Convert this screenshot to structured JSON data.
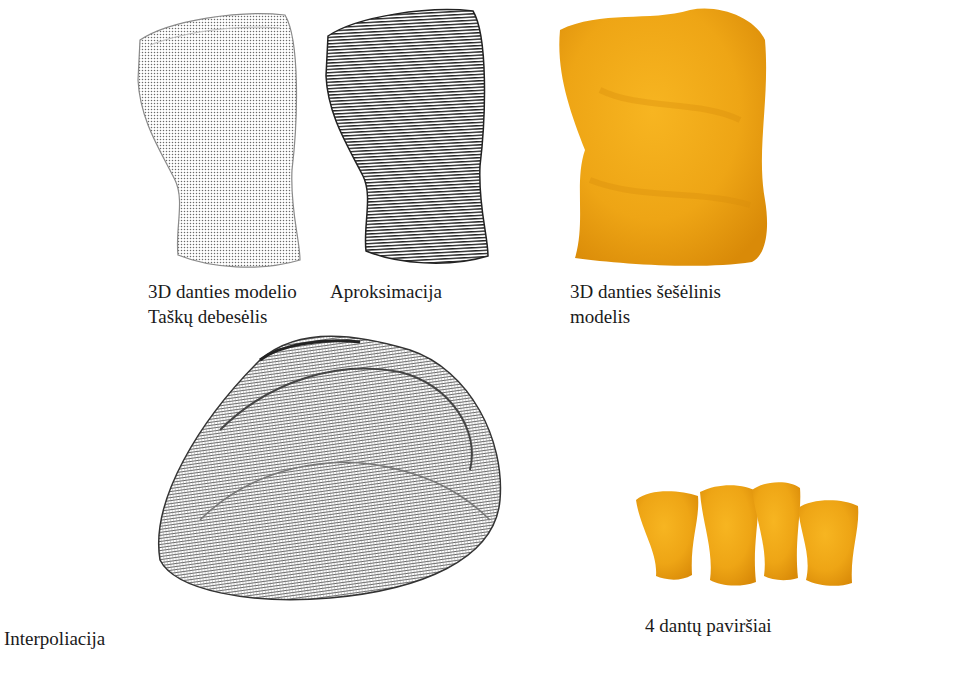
{
  "diagram": {
    "labels": [
      "3D danties modelio Taškų debesėlis",
      "Aproksimacija",
      "3D danties šešėlinis modelis",
      "Interpoliacija",
      "4 dantų paviršiai"
    ]
  }
}
